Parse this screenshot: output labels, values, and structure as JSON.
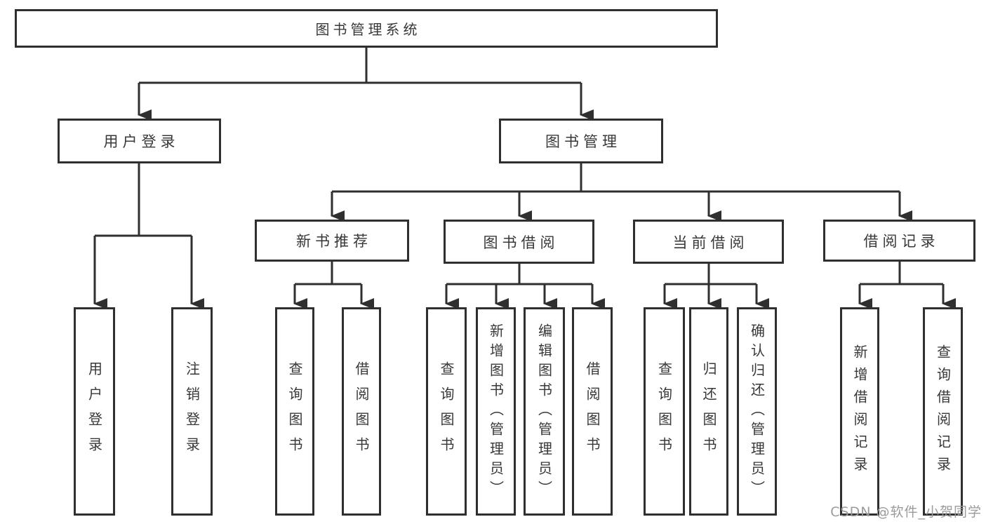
{
  "diagram": {
    "root": {
      "label": "图书管理系统"
    },
    "branches": [
      {
        "label": "用户登录",
        "children": [
          {
            "label": "用户登录"
          },
          {
            "label": "注销登录"
          }
        ]
      },
      {
        "label": "图书管理",
        "children": [
          {
            "label": "新书推荐",
            "children": [
              {
                "label": "查询图书"
              },
              {
                "label": "借阅图书"
              }
            ]
          },
          {
            "label": "图书借阅",
            "children": [
              {
                "label": "查询图书"
              },
              {
                "label": "新增图书（管理员）"
              },
              {
                "label": "编辑图书（管理员）"
              },
              {
                "label": "借阅图书"
              }
            ]
          },
          {
            "label": "当前借阅",
            "children": [
              {
                "label": "查询图书"
              },
              {
                "label": "归还图书"
              },
              {
                "label": "确认归还（管理员）"
              }
            ]
          },
          {
            "label": "借阅记录",
            "children": [
              {
                "label": "新增借阅记录"
              },
              {
                "label": "查询借阅记录"
              }
            ]
          }
        ]
      }
    ]
  },
  "watermark": {
    "text": "CSDN @软件_小贺同学"
  },
  "colors": {
    "line": "#2f2f2f",
    "text": "#383838",
    "watermark": "#9b9b9b",
    "background": "#ffffff"
  }
}
